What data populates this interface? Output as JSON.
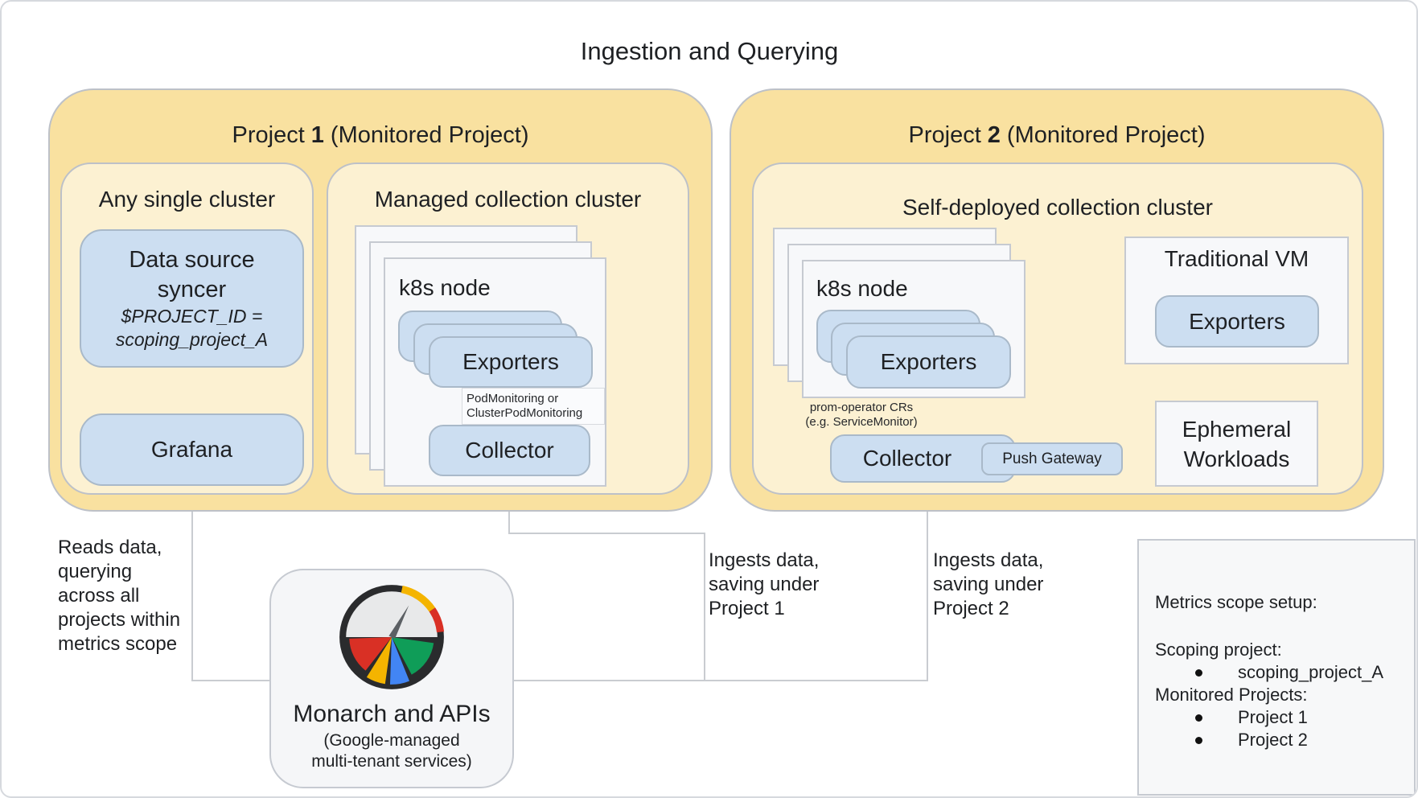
{
  "title": "Ingestion and Querying",
  "colors": {
    "project_fill": "#F9E1A0",
    "cluster_fill": "#FCF1D2",
    "node_fill": "#CCDEF1",
    "card_fill": "#F7F8FA",
    "connector": "#C9CCD1",
    "gauge_red": "#D93025",
    "gauge_yellow": "#F4B400",
    "gauge_blue": "#4285F4",
    "gauge_green": "#0F9D58",
    "gauge_ring": "#2A2B2D"
  },
  "project1": {
    "header": {
      "prefix": "Project",
      "number": "1",
      "suffix": "(Monitored Project)"
    },
    "any_single_cluster": {
      "label": "Any single cluster",
      "data_source_syncer": {
        "line1": "Data source",
        "line2": "syncer",
        "sub1": "$PROJECT_ID =",
        "sub2": "scoping_project_A"
      },
      "grafana": "Grafana"
    },
    "managed_cluster": {
      "label": "Managed collection cluster",
      "k8s_node": "k8s node",
      "exporters": "Exporters",
      "pod_label_1": "PodMonitoring or",
      "pod_label_2": "ClusterPodMonitoring",
      "collector": "Collector"
    }
  },
  "project2": {
    "header": {
      "prefix": "Project",
      "number": "2",
      "suffix": "(Monitored Project)"
    },
    "cluster": {
      "label": "Self-deployed collection cluster",
      "k8s_node": "k8s node",
      "exporters": "Exporters",
      "prom_label_1": "prom-operator CRs",
      "prom_label_2": "(e.g. ServiceMonitor)",
      "collector": "Collector",
      "push_gateway": "Push Gateway"
    },
    "traditional_vm": {
      "label": "Traditional VM",
      "exporters": "Exporters"
    },
    "ephemeral": {
      "line1": "Ephemeral",
      "line2": "Workloads"
    }
  },
  "monarch": {
    "title": "Monarch and APIs",
    "sub1": "(Google-managed",
    "sub2": "multi-tenant services)"
  },
  "annotations": {
    "reads": [
      "Reads data,",
      "querying",
      "across all",
      "projects within",
      "metrics scope"
    ],
    "ingest_p1": [
      "Ingests data,",
      "saving under",
      "Project 1"
    ],
    "ingest_p2": [
      "Ingests data,",
      "saving under",
      "Project 2"
    ]
  },
  "metrics_scope": {
    "title": "Metrics scope setup:",
    "scoping_label": "Scoping project:",
    "scoping_items": [
      "scoping_project_A"
    ],
    "monitored_label": "Monitored Projects:",
    "monitored_items": [
      "Project 1",
      "Project 2"
    ]
  }
}
